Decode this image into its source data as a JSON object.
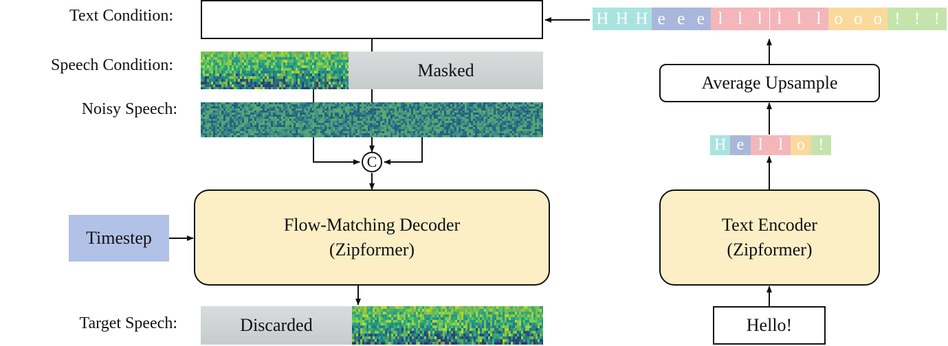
{
  "labels": {
    "text_condition": "Text Condition:",
    "speech_condition": "Speech Condition:",
    "noisy_speech": "Noisy Speech:",
    "target_speech": "Target Speech:"
  },
  "speech_condition": {
    "masked": "Masked"
  },
  "target_speech": {
    "discarded": "Discarded"
  },
  "concat_symbol": "C",
  "timestep": {
    "label": "Timestep",
    "color": "#b2c1e6"
  },
  "decoder": {
    "line1": "Flow-Matching Decoder",
    "line2": "(Zipformer)"
  },
  "encoder": {
    "line1": "Text Encoder",
    "line2": "(Zipformer)"
  },
  "upsample": {
    "label": "Average Upsample"
  },
  "input_text": "Hello!",
  "short_tokens": [
    {
      "char": "H",
      "color": "#a8e4df"
    },
    {
      "char": "e",
      "color": "#aab7dc"
    },
    {
      "char": "l",
      "color": "#f4b6b9"
    },
    {
      "char": "l",
      "color": "#f4b6b9"
    },
    {
      "char": "o",
      "color": "#fbd99c"
    },
    {
      "char": "!",
      "color": "#c4e4ac"
    }
  ],
  "long_tokens": [
    {
      "char": "H",
      "color": "#a8e4df"
    },
    {
      "char": "H",
      "color": "#a8e4df"
    },
    {
      "char": "H",
      "color": "#a8e4df"
    },
    {
      "char": "e",
      "color": "#aab7dc"
    },
    {
      "char": "e",
      "color": "#aab7dc"
    },
    {
      "char": "e",
      "color": "#aab7dc"
    },
    {
      "char": "l",
      "color": "#f4b6b9"
    },
    {
      "char": "l",
      "color": "#f4b6b9"
    },
    {
      "char": "l",
      "color": "#f4b6b9"
    },
    {
      "char": "l",
      "color": "#f4b6b9"
    },
    {
      "char": "l",
      "color": "#f4b6b9"
    },
    {
      "char": "l",
      "color": "#f4b6b9"
    },
    {
      "char": "o",
      "color": "#fbd99c"
    },
    {
      "char": "o",
      "color": "#fbd99c"
    },
    {
      "char": "o",
      "color": "#fbd99c"
    },
    {
      "char": "!",
      "color": "#c4e4ac"
    },
    {
      "char": "!",
      "color": "#c4e4ac"
    },
    {
      "char": "!",
      "color": "#c4e4ac"
    }
  ],
  "colors": {
    "box_fill": "#fcefc6",
    "spectrogram_dark": "#2d4f7a",
    "spectrogram_mid": "#1f9e89",
    "spectrogram_bright": "#b8de29"
  }
}
